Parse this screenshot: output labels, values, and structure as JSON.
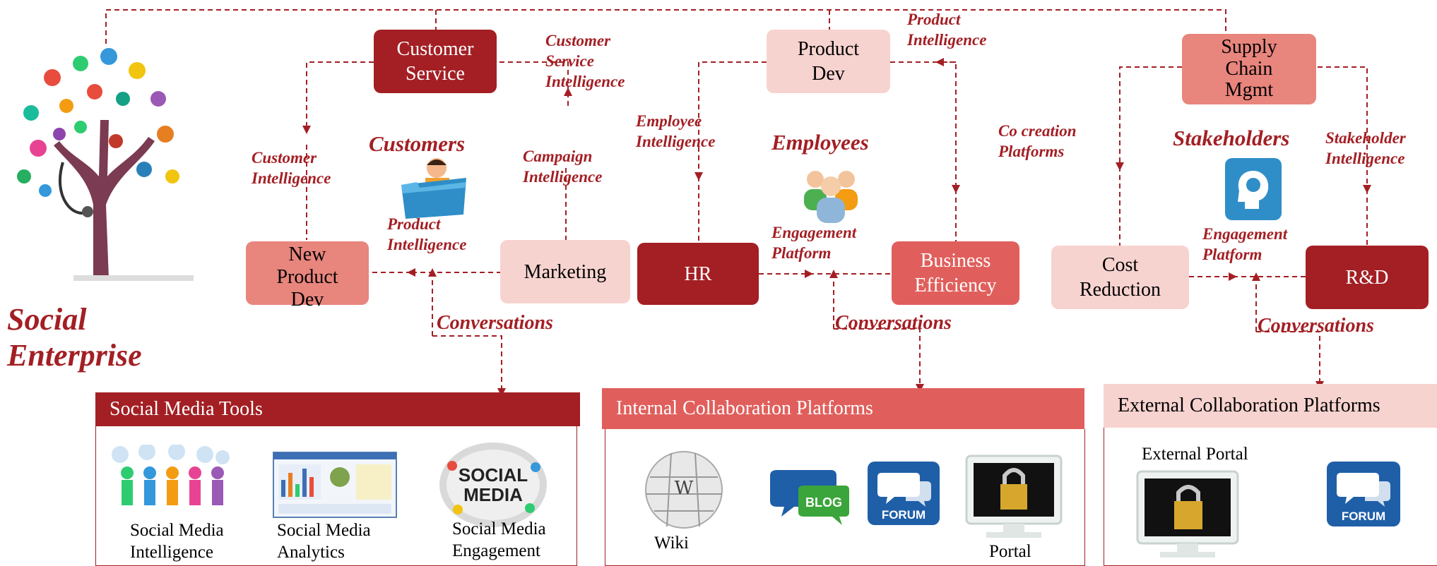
{
  "title": "Social\nEnterprise",
  "colors": {
    "dark_red": "#a31f24",
    "salmon": "#e8857d",
    "pink": "#f7d3d0",
    "coral": "#e05f5c"
  },
  "nodes": {
    "customer_service": "Customer\nService",
    "product_dev": "Product\nDev",
    "supply_chain": "Supply\nChain\nMgmt",
    "new_product_dev": "New\nProduct\nDev",
    "marketing": "Marketing",
    "hr": "HR",
    "business_efficiency": "Business\nEfficiency",
    "cost_reduction": "Cost\nReduction",
    "rnd": "R&D"
  },
  "groups": {
    "customers": "Customers",
    "employees": "Employees",
    "stakeholders": "Stakeholders"
  },
  "labels": {
    "product_intelligence_top": "Product\nIntelligence",
    "customer_service_intelligence": "Customer\nService\nIntelligence",
    "customer_intelligence": "Customer\nIntelligence",
    "campaign_intelligence": "Campaign\nIntelligence",
    "product_intelligence_mid": "Product\nIntelligence",
    "employee_intelligence": "Employee\nIntelligence",
    "engagement_platform_1": "Engagement\nPlatform",
    "co_creation": "Co creation\nPlatforms",
    "stakeholder_intelligence": "Stakeholder\nIntelligence",
    "engagement_platform_2": "Engagement\nPlatform",
    "conversations_1": "Conversations",
    "conversations_2": "Conversations",
    "conversations_3": "Conversations"
  },
  "panels": {
    "social_media_tools": {
      "header": "Social Media Tools",
      "items": [
        "Social Media\nIntelligence",
        "Social Media\nAnalytics",
        "Social Media\nEngagement"
      ]
    },
    "internal": {
      "header": "Internal Collaboration Platforms",
      "items": [
        "Wiki",
        "BLOG",
        "FORUM",
        "Portal"
      ]
    },
    "external": {
      "header": "External Collaboration Platforms",
      "items": [
        "External Portal",
        "FORUM"
      ]
    }
  },
  "icons": [
    "tree-of-apps-icon",
    "person-folder-icon",
    "group-people-icon",
    "brain-head-icon",
    "people-chat-icon",
    "dashboard-icon",
    "social-media-sphere-icon",
    "wiki-globe-icon",
    "blog-bubble-icon",
    "forum-bubble-icon",
    "portal-lock-icon"
  ]
}
